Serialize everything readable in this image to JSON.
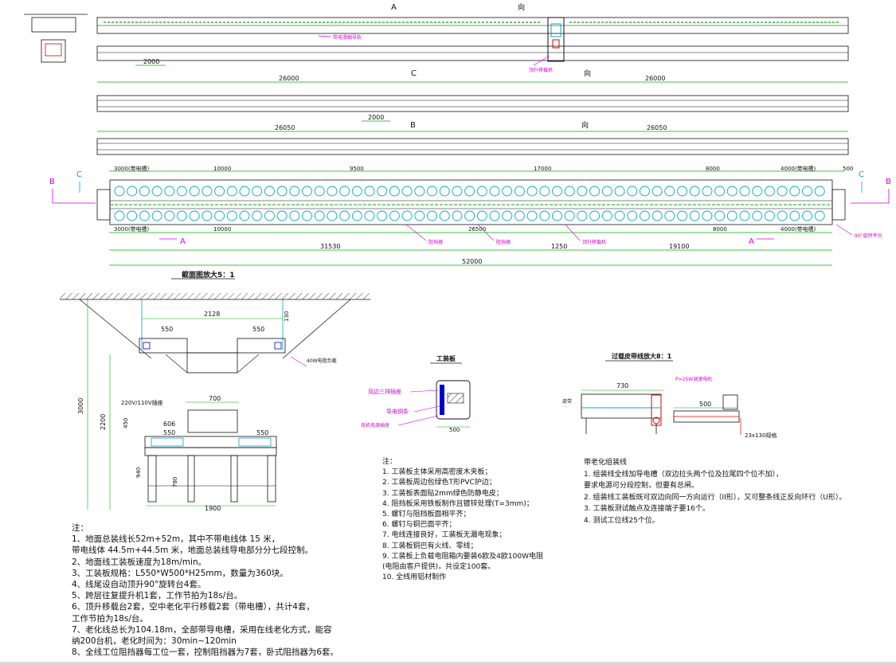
{
  "colors": {
    "cyan": "#00a9c8",
    "magenta": "#d400d4",
    "green": "#00b000",
    "red": "#e00000",
    "black": "#111111",
    "blue": "#0000cc"
  },
  "view_labels": {
    "a": "A",
    "a_dir": "向",
    "c": "C",
    "c_dir": "向",
    "b": "B",
    "b_dir": "向",
    "b_left": "B",
    "b_right": "B",
    "c_left": "C",
    "c_right": "C",
    "a_mark": "A"
  },
  "dims": {
    "d2000_a": "2000",
    "d2000_c": "2000",
    "d26000_l": "26000",
    "d26000_r": "26000",
    "d26050_l": "26050",
    "d26050_r": "26050",
    "seg_top": [
      "3000(带电槽)",
      "10000",
      "9500",
      "17000",
      "8000",
      "4000(带电槽)",
      "500"
    ],
    "seg_bot": [
      "3000(带电槽)",
      "10000",
      "26500",
      "8000",
      "4000(带电槽)"
    ],
    "total_l": "31530",
    "total_mid": "1250",
    "total_r": "19100",
    "total": "52000"
  },
  "callouts": {
    "c1": "带电滑触导轨",
    "c2": "顶升移载机",
    "c3": "阻挡器",
    "c4": "阻挡器",
    "c5": "90°旋转平台"
  },
  "section": {
    "title": "截面图放大5：1",
    "w2128": "2128",
    "w550a": "550",
    "w550b": "550",
    "h3000": "3000",
    "h2200": "2200",
    "h450": "450",
    "h940": "940",
    "h780": "780",
    "w700": "700",
    "w606": "606",
    "w550c": "550",
    "w550d": "550",
    "w1900": "1900",
    "voltage": "220V/110V插座",
    "plug": "40W电阻负载"
  },
  "titles": {
    "board": "工装板",
    "belt": "过载皮带线放大8：1"
  },
  "board": {
    "l1": "双边三排插座",
    "l2": "导电铜条",
    "l3": "各机电源插座",
    "w": "500"
  },
  "belt": {
    "motor": "P=25W调速电机",
    "w730": "730",
    "w500": "500",
    "size": "23x130规格"
  },
  "notes_left": {
    "header": "注：",
    "lines": [
      "1、地面总装线长52m+52m，其中不带电线体 15 米，",
      "    带电线体 44.5m+44.5m 米，地面总装线导电部分分七段控制。",
      "2、地面线工装板速度为18m/min。",
      "3、工装板规格：L550*W500*H25mm，数量为360块。",
      "4、线尾设自动顶升90°旋转台4套。",
      "5、跨层往复提升机1套，工作节拍为18s/台。",
      "6、顶升移载台2套，空中老化平行移载2套（带电槽），共计4套，",
      "    工作节拍为18s/台。",
      "7、老化线总长为104.18m，全部带导电槽，采用在线老化方式，能容",
      "    纳200台机，老化时间为：30min~120min",
      "8、全线工位阻挡器每工位一套，控制阻挡器为7套，卧式阻挡器为6套。"
    ]
  },
  "notes_mid": {
    "header": "注：",
    "lines": [
      "1. 工装板主体采用高密度木夹板；",
      "2. 工装板周边包绿色T形PVC护边；",
      "3. 工装板表面贴2mm绿色防静电皮；",
      "4. 阻挡板采用铁板制作且镀锌处理(T=3mm)；",
      "5. 螺钉与阻挡板面相平齐；",
      "6. 螺钉与铜巴面平齐；",
      "7. 电线连接良好，工装板无漏电现象；",
      "8. 工装板铜巴有火线、零线；",
      "9. 工装板上负载电阻箱内要装6欧及4欧100W电阻",
      "   (电阻由客户提供)，共设定100套。",
      "10. 全线用铝材制作"
    ]
  },
  "notes_right": {
    "header": "带老化组装线",
    "lines": [
      "1. 组装线全线加导电槽（双边拉头两个位及拉尾四个位不加），",
      "    要求电源可分段控制，但要有总闸。",
      "2. 组装线工装板既可双边向同一方向运行（II形），又可整条线正反向环行（U形）。",
      "3. 工装板测试触点及连接端子要16个。",
      "4. 测试工位线25个位。"
    ]
  }
}
